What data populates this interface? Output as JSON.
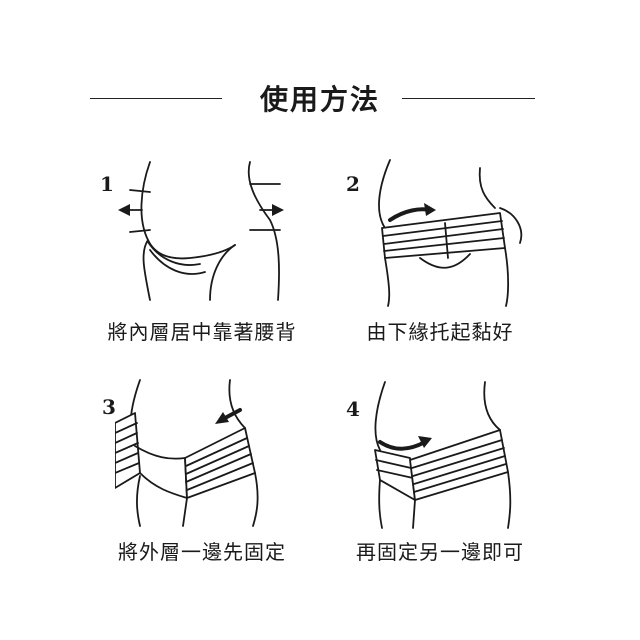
{
  "title": "使用方法",
  "steps": [
    {
      "number": "1",
      "caption": "將內層居中靠著腰背"
    },
    {
      "number": "2",
      "caption": "由下緣托起黏好"
    },
    {
      "number": "3",
      "caption": "將外層一邊先固定"
    },
    {
      "number": "4",
      "caption": "再固定另一邊即可"
    }
  ]
}
